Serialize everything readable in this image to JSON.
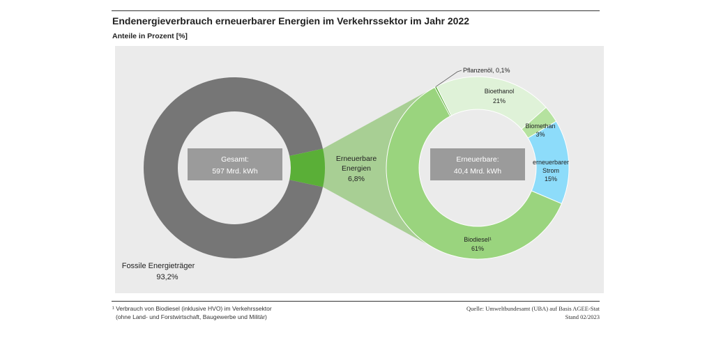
{
  "header": {
    "title": "Endenergieverbrauch erneuerbarer Energien im Verkehrssektor im Jahr 2022",
    "subtitle": "Anteile in Prozent [%]"
  },
  "chart_data": [
    {
      "type": "pie",
      "variant": "donut",
      "center_label": [
        "Gesamt:",
        "597 Mrd. kWh"
      ],
      "slices": [
        {
          "name": "Fossile Energieträger",
          "value_label": "93,2%",
          "value": 93.2,
          "color": "#767676"
        },
        {
          "name": "Erneuerbare Energien",
          "name_lines": [
            "Erneuerbare",
            "Energien"
          ],
          "value_label": "6,8%",
          "value": 6.8,
          "color": "#5aaf37"
        }
      ]
    },
    {
      "type": "pie",
      "variant": "donut",
      "center_label": [
        "Erneuerbare:",
        "40,4 Mrd. kWh"
      ],
      "slices": [
        {
          "name": "Pflanzenöl",
          "label": "Pflanzenöl, 0,1%",
          "value": 0.1,
          "color": "#5aaf37"
        },
        {
          "name": "Bioethanol",
          "value_label": "21%",
          "value": 21,
          "color": "#dff2d8"
        },
        {
          "name": "Biomethan",
          "value_label": "3%",
          "value": 3,
          "color": "#b5e29f"
        },
        {
          "name": "erneuerbarer Strom",
          "name_lines": [
            "erneuerbarer",
            "Strom"
          ],
          "value_label": "15%",
          "value": 15,
          "color": "#8ddcfa"
        },
        {
          "name": "Biodiesel¹",
          "value_label": "61%",
          "value": 61,
          "color": "#9ad47e"
        }
      ]
    }
  ],
  "colors": {
    "panel": "#ebebeb",
    "label_box": "#9b9b9b",
    "connector": "#a8cf94"
  },
  "footer": {
    "footnote_line1": "¹ Verbrauch von Biodiesel (inklusive HVO) im Verkehrssektor",
    "footnote_line2": "(ohne Land- und Forstwirtschaft, Baugewerbe und Militär)",
    "source_line1": "Quelle: Umweltbundesamt (UBA) auf Basis AGEE-Stat",
    "source_line2": "Stand 02/2023"
  }
}
